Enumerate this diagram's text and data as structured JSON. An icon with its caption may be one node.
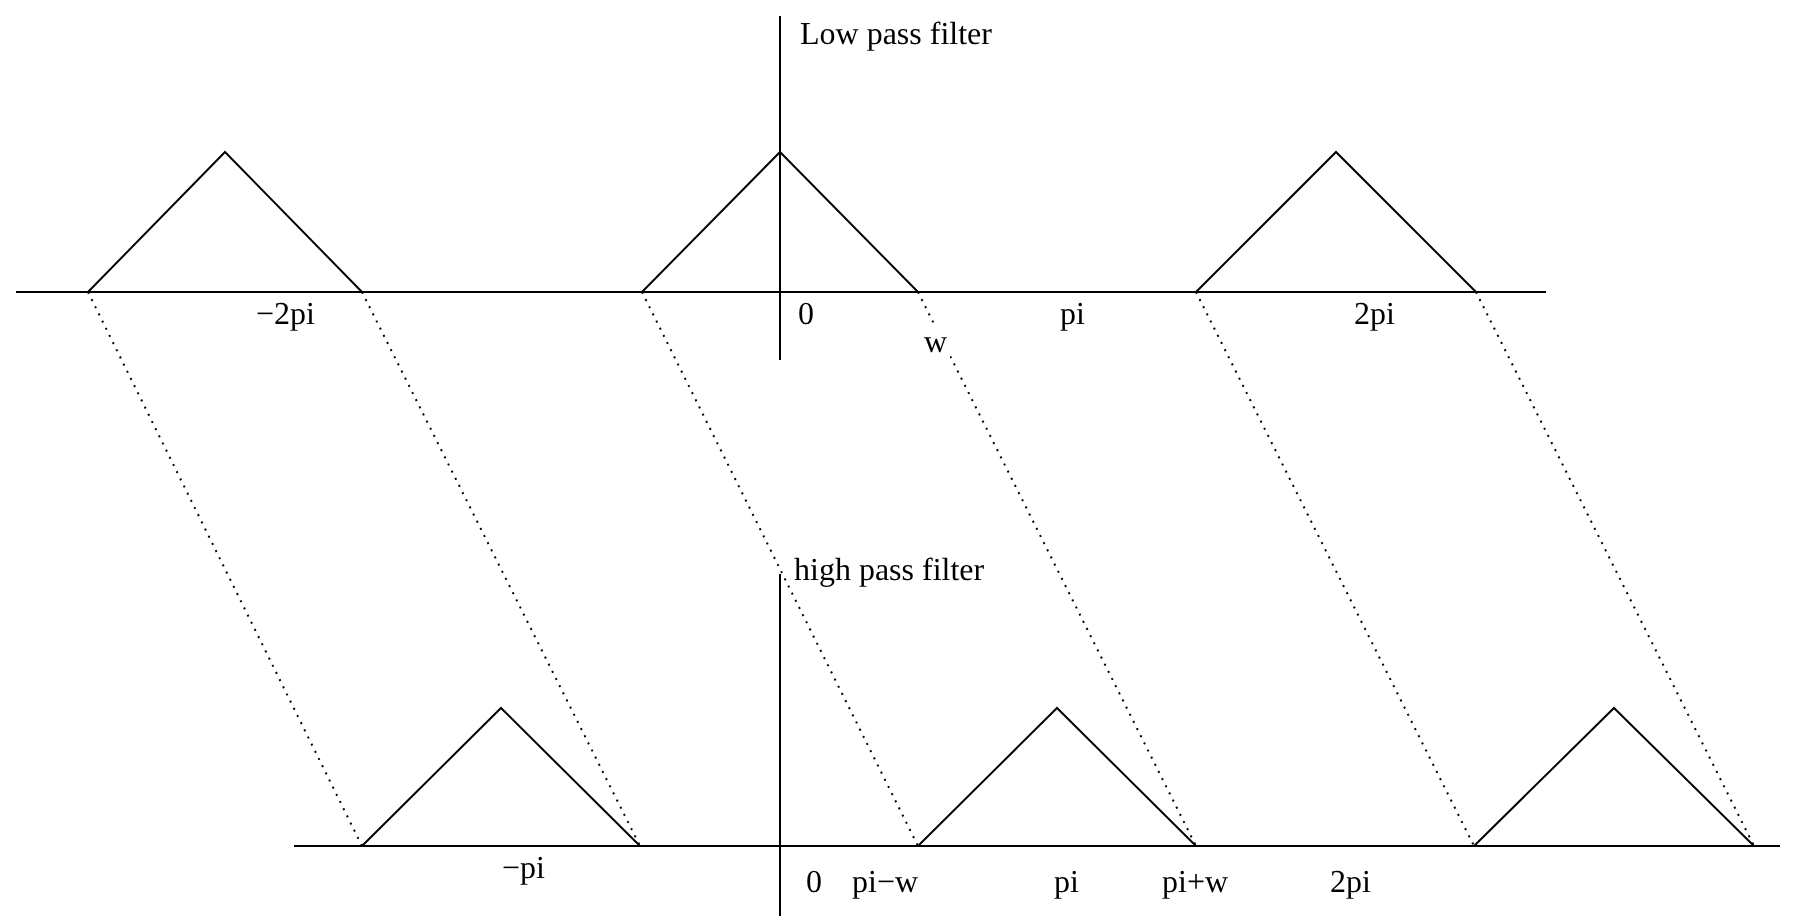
{
  "diagram": {
    "labels": [
      "Low pass filter",
      "−2pi",
      "0",
      "w",
      "pi",
      "2pi",
      "high pass filter",
      "−pi",
      "0",
      "pi−w",
      "pi",
      "pi+w",
      "2pi"
    ]
  }
}
